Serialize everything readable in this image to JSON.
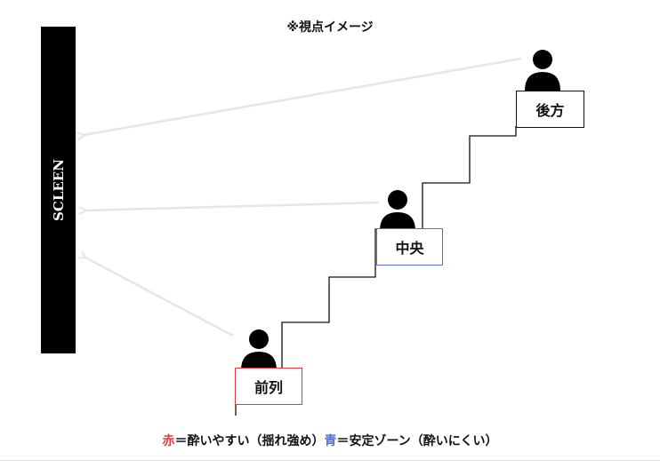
{
  "title": "※視点イメージ",
  "screen": {
    "label": "SCLEEN"
  },
  "seats": {
    "front": {
      "label": "前列",
      "border_color": "#e03a3a"
    },
    "middle": {
      "label": "中央",
      "border_color": "#5a6fd6"
    },
    "rear": {
      "label": "後方",
      "border_color": "#111111"
    }
  },
  "legend": {
    "red_key": "赤",
    "red_desc": "＝酔いやすい（揺れ強め）",
    "blue_key": "青",
    "blue_desc": "＝安定ゾーン（酔いにくい）",
    "red_color": "#e03a3a",
    "blue_color": "#4a6fd8"
  },
  "colors": {
    "sightline": "#e6e6e6",
    "stairs": "#111111",
    "screen": "#000000"
  }
}
